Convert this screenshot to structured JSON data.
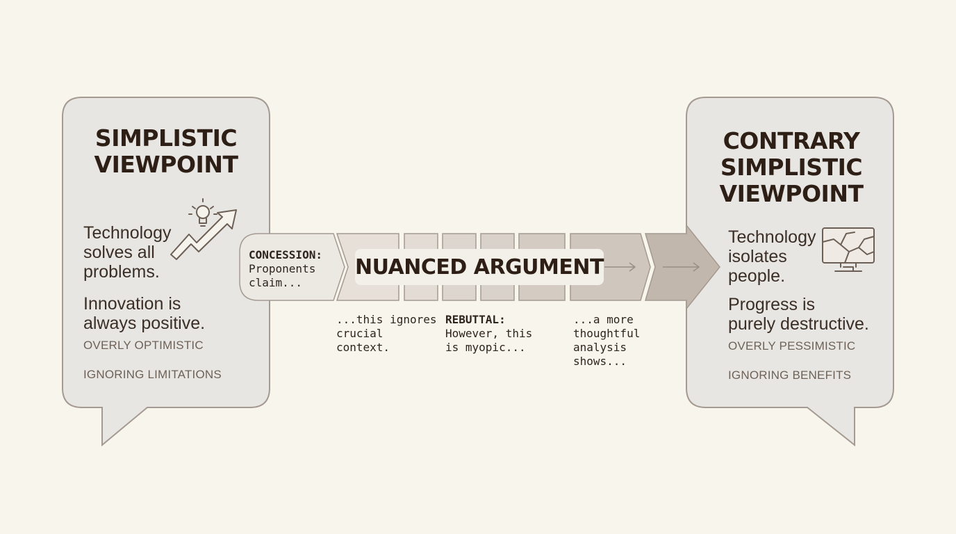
{
  "left_bubble": {
    "title": [
      "SIMPLISTIC",
      "VIEWPOINT"
    ],
    "claim1": [
      "Technology",
      "solves all",
      "problems."
    ],
    "claim2": [
      "Innovation is",
      "always positive."
    ],
    "tag1": "OVERLY OPTIMISTIC",
    "tag2": "IGNORING LIMITATIONS",
    "icon": "lightbulb-trend-arrow-icon"
  },
  "right_bubble": {
    "title": [
      "CONTRARY",
      "SIMPLISTIC",
      "VIEWPOINT"
    ],
    "claim1": [
      "Technology",
      "isolates",
      "people."
    ],
    "claim2": [
      "Progress is",
      "purely destructive."
    ],
    "tag1": "OVERLY PESSIMISTIC",
    "tag2": "IGNORING BENEFITS",
    "icon": "cracked-monitor-icon"
  },
  "argument": {
    "center_label": "NUANCED ARGUMENT",
    "concession": {
      "label": "CONCESSION:",
      "lines": [
        "Proponents",
        "claim..."
      ]
    },
    "note1": [
      "...this ignores",
      "crucial",
      "context."
    ],
    "rebuttal": {
      "label": "REBUTTAL:",
      "lines": [
        "However, this",
        "is myopic..."
      ]
    },
    "note2": [
      "...a more",
      "thoughtful",
      "analysis",
      "shows..."
    ]
  },
  "colors": {
    "background": "#f8f5ec",
    "bubble_fill": "#e8e6e2",
    "bubble_stroke": "#a49a92",
    "arrow_fill": "#cdc3bb",
    "title_text": "#2e1f16"
  }
}
